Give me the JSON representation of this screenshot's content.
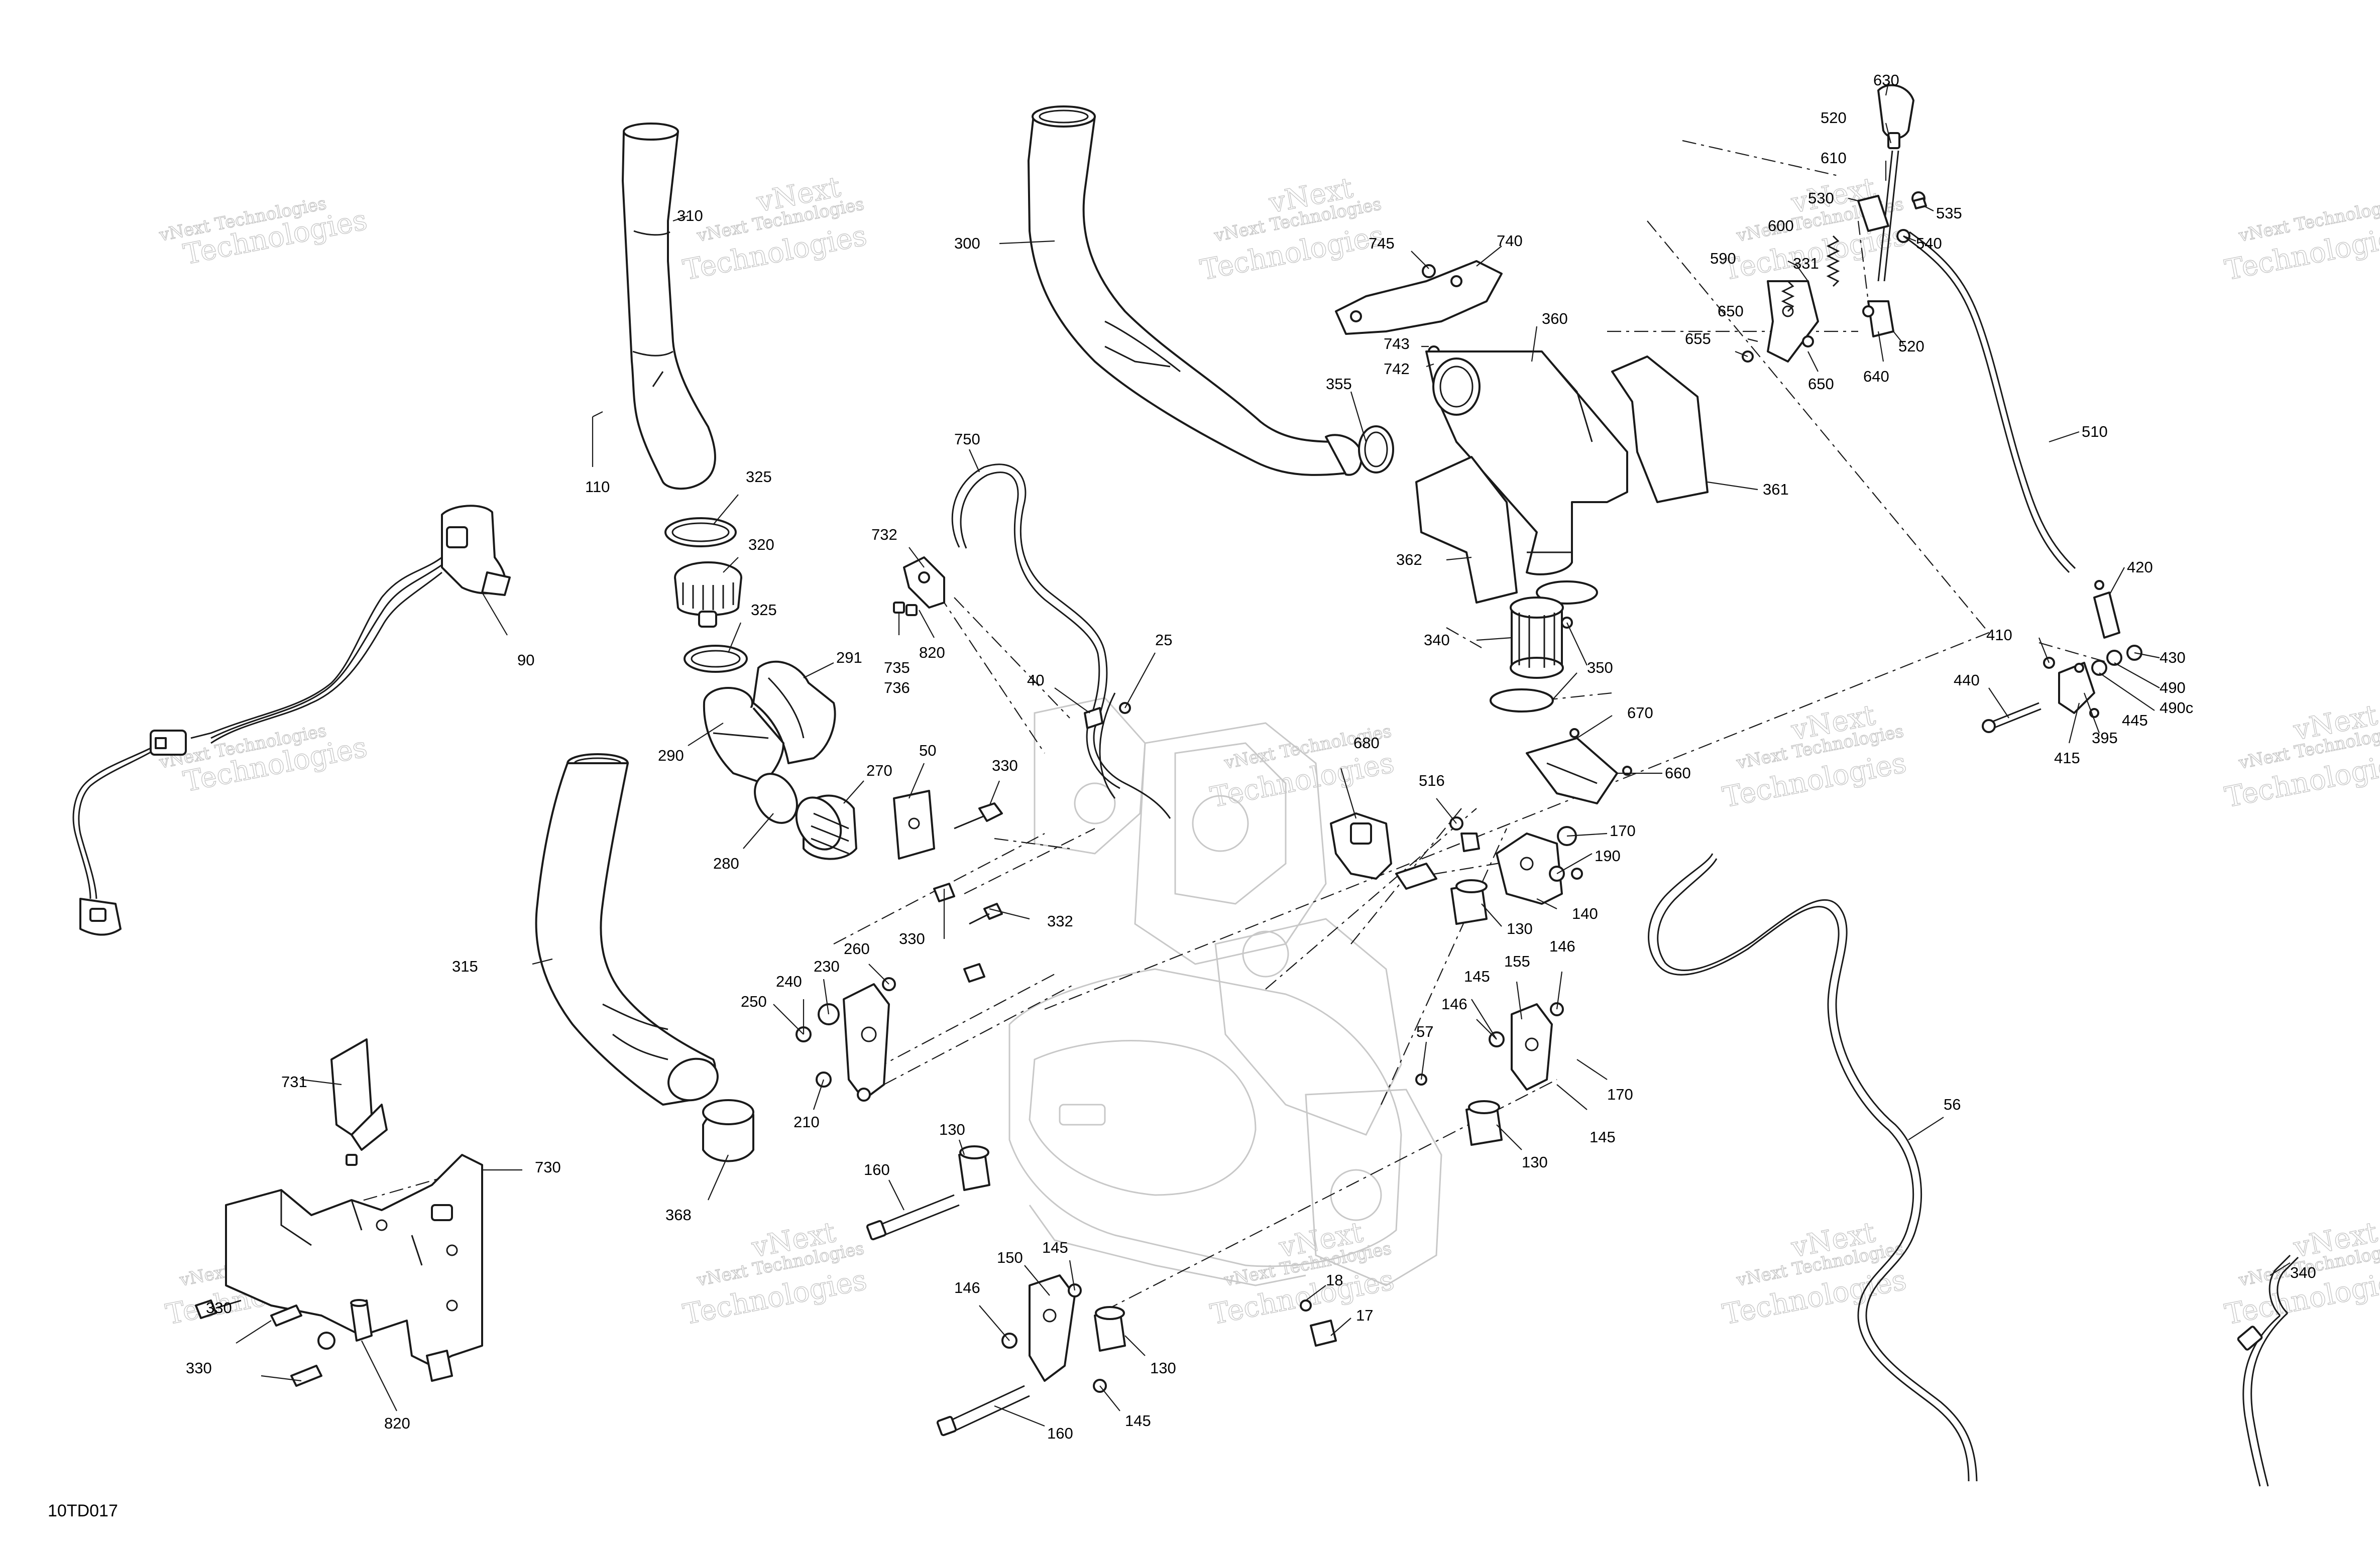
{
  "diagram_code": "10TD017",
  "watermark": {
    "line1": "vNext",
    "line2": "vNext Technologies",
    "line3": "Technologies"
  },
  "callouts": [
    {
      "id": "c630",
      "label": "630"
    },
    {
      "id": "c520a",
      "label": "520"
    },
    {
      "id": "c610",
      "label": "610"
    },
    {
      "id": "c530",
      "label": "530"
    },
    {
      "id": "c535",
      "label": "535"
    },
    {
      "id": "c540",
      "label": "540"
    },
    {
      "id": "c600",
      "label": "600"
    },
    {
      "id": "c590",
      "label": "590"
    },
    {
      "id": "c331",
      "label": "331"
    },
    {
      "id": "c650a",
      "label": "650"
    },
    {
      "id": "c655",
      "label": "655"
    },
    {
      "id": "c650b",
      "label": "650"
    },
    {
      "id": "c640",
      "label": "640"
    },
    {
      "id": "c520b",
      "label": "520"
    },
    {
      "id": "c510",
      "label": "510"
    },
    {
      "id": "c420",
      "label": "420"
    },
    {
      "id": "c410",
      "label": "410"
    },
    {
      "id": "c430",
      "label": "430"
    },
    {
      "id": "c440",
      "label": "440"
    },
    {
      "id": "c490",
      "label": "490"
    },
    {
      "id": "c490c",
      "label": "490c"
    },
    {
      "id": "c445",
      "label": "445"
    },
    {
      "id": "c415",
      "label": "415"
    },
    {
      "id": "c395",
      "label": "395"
    },
    {
      "id": "c310",
      "label": "310"
    },
    {
      "id": "c300",
      "label": "300"
    },
    {
      "id": "c745",
      "label": "745"
    },
    {
      "id": "c740",
      "label": "740"
    },
    {
      "id": "c743",
      "label": "743"
    },
    {
      "id": "c742",
      "label": "742"
    },
    {
      "id": "c360",
      "label": "360"
    },
    {
      "id": "c355",
      "label": "355"
    },
    {
      "id": "c361",
      "label": "361"
    },
    {
      "id": "c362",
      "label": "362"
    },
    {
      "id": "c340a",
      "label": "340"
    },
    {
      "id": "c350",
      "label": "350"
    },
    {
      "id": "c110",
      "label": "110"
    },
    {
      "id": "c325a",
      "label": "325"
    },
    {
      "id": "c320",
      "label": "320"
    },
    {
      "id": "c325b",
      "label": "325"
    },
    {
      "id": "c291",
      "label": "291"
    },
    {
      "id": "c290",
      "label": "290"
    },
    {
      "id": "c270",
      "label": "270"
    },
    {
      "id": "c280",
      "label": "280"
    },
    {
      "id": "c90",
      "label": "90"
    },
    {
      "id": "c750",
      "label": "750"
    },
    {
      "id": "c732",
      "label": "732"
    },
    {
      "id": "c735",
      "label": "735"
    },
    {
      "id": "c736",
      "label": "736"
    },
    {
      "id": "c820a",
      "label": "820"
    },
    {
      "id": "c25",
      "label": "25"
    },
    {
      "id": "c40",
      "label": "40"
    },
    {
      "id": "c50",
      "label": "50"
    },
    {
      "id": "c330a",
      "label": "330"
    },
    {
      "id": "c332",
      "label": "332"
    },
    {
      "id": "c330b",
      "label": "330"
    },
    {
      "id": "c680",
      "label": "680"
    },
    {
      "id": "c670",
      "label": "670"
    },
    {
      "id": "c660",
      "label": "660"
    },
    {
      "id": "c516",
      "label": "516"
    },
    {
      "id": "c170a",
      "label": "170"
    },
    {
      "id": "c190",
      "label": "190"
    },
    {
      "id": "c140",
      "label": "140"
    },
    {
      "id": "c130a",
      "label": "130"
    },
    {
      "id": "c315",
      "label": "315"
    },
    {
      "id": "c260",
      "label": "260"
    },
    {
      "id": "c230",
      "label": "230"
    },
    {
      "id": "c240",
      "label": "240"
    },
    {
      "id": "c250",
      "label": "250"
    },
    {
      "id": "c210",
      "label": "210"
    },
    {
      "id": "c145a",
      "label": "145"
    },
    {
      "id": "c155",
      "label": "155"
    },
    {
      "id": "c146a",
      "label": "146"
    },
    {
      "id": "c146b",
      "label": "146"
    },
    {
      "id": "c57",
      "label": "57"
    },
    {
      "id": "c170b",
      "label": "170"
    },
    {
      "id": "c145b",
      "label": "145"
    },
    {
      "id": "c130b",
      "label": "130"
    },
    {
      "id": "c56",
      "label": "56"
    },
    {
      "id": "c731",
      "label": "731"
    },
    {
      "id": "c730",
      "label": "730"
    },
    {
      "id": "c368",
      "label": "368"
    },
    {
      "id": "c130c",
      "label": "130"
    },
    {
      "id": "c160a",
      "label": "160"
    },
    {
      "id": "c145c",
      "label": "145"
    },
    {
      "id": "c150",
      "label": "150"
    },
    {
      "id": "c146c",
      "label": "146"
    },
    {
      "id": "c130d",
      "label": "130"
    },
    {
      "id": "c160b",
      "label": "160"
    },
    {
      "id": "c145d",
      "label": "145"
    },
    {
      "id": "c18",
      "label": "18"
    },
    {
      "id": "c17",
      "label": "17"
    },
    {
      "id": "c330c",
      "label": "330"
    },
    {
      "id": "c330d",
      "label": "330"
    },
    {
      "id": "c820b",
      "label": "820"
    },
    {
      "id": "c340b",
      "label": "340"
    }
  ]
}
